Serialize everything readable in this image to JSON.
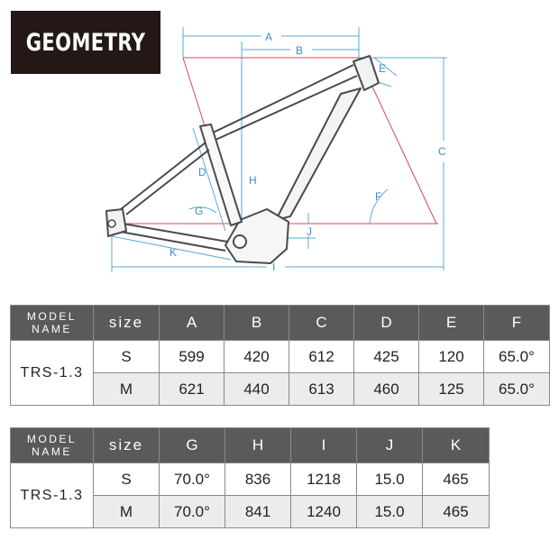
{
  "badge": {
    "title": "GEOMETRY"
  },
  "diagram": {
    "labels": {
      "A": "A",
      "B": "B",
      "C": "C",
      "D": "D",
      "E": "E",
      "F": "F",
      "G": "G",
      "H": "H",
      "I": "I",
      "J": "J",
      "K": "K"
    },
    "colors": {
      "frame": "#4a4a4a",
      "dimension": "#5aa9d6",
      "geometry": "#d9475b"
    }
  },
  "table1": {
    "model_header": [
      "MODEL",
      "NAME"
    ],
    "size_header": "size",
    "columns": [
      "A",
      "B",
      "C",
      "D",
      "E",
      "F"
    ],
    "model_name": "TRS-1.3",
    "rows": [
      {
        "size": "S",
        "values": [
          "599",
          "420",
          "612",
          "425",
          "120",
          "65.0°"
        ]
      },
      {
        "size": "M",
        "values": [
          "621",
          "440",
          "613",
          "460",
          "125",
          "65.0°"
        ]
      }
    ]
  },
  "table2": {
    "model_header": [
      "MODEL",
      "NAME"
    ],
    "size_header": "size",
    "columns": [
      "G",
      "H",
      "I",
      "J",
      "K"
    ],
    "model_name": "TRS-1.3",
    "rows": [
      {
        "size": "S",
        "values": [
          "70.0°",
          "836",
          "1218",
          "15.0",
          "465"
        ]
      },
      {
        "size": "M",
        "values": [
          "70.0°",
          "841",
          "1240",
          "15.0",
          "465"
        ]
      }
    ]
  }
}
